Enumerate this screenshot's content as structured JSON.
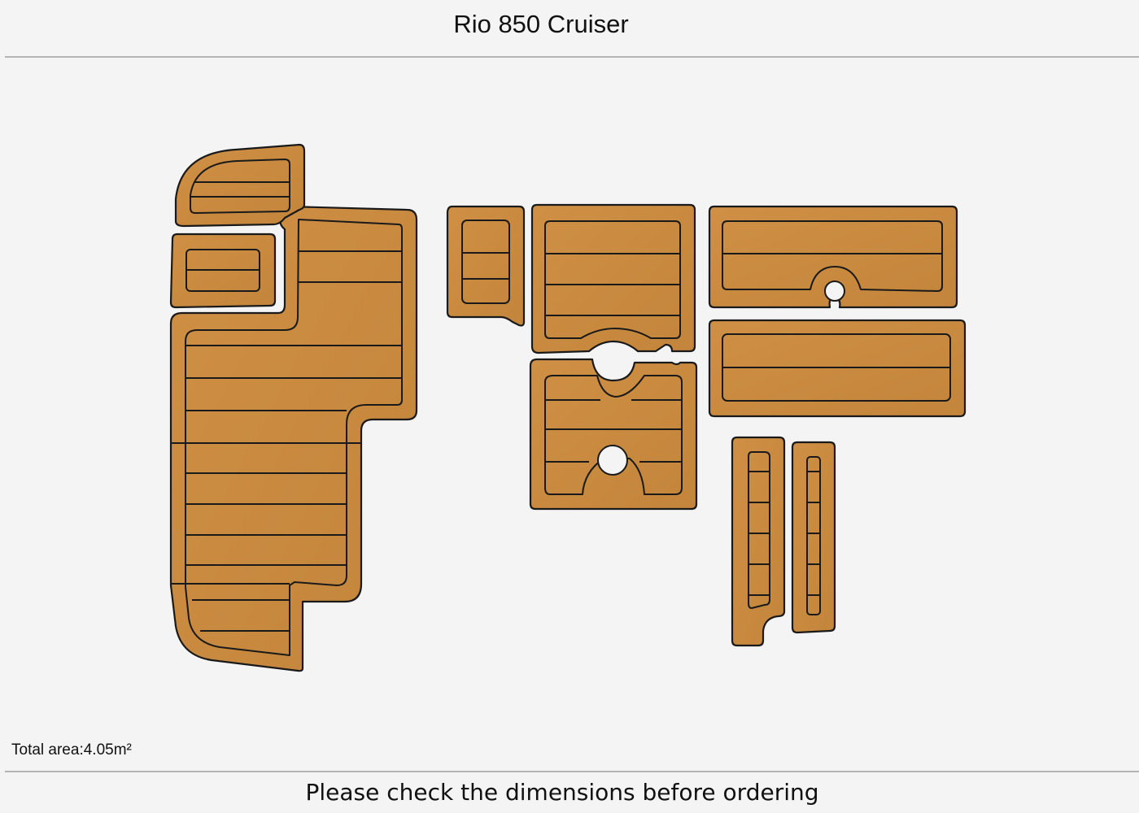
{
  "header": {
    "title": "Rio 850 Cruiser"
  },
  "summary": {
    "total_area": "Total area:4.05m²"
  },
  "footer": {
    "note": "Please check the dimensions before ordering"
  },
  "colors": {
    "teak": "#c98a3f",
    "outline": "#1a1a1a",
    "background": "#f4f4f4",
    "rule": "#b4b4b4"
  }
}
